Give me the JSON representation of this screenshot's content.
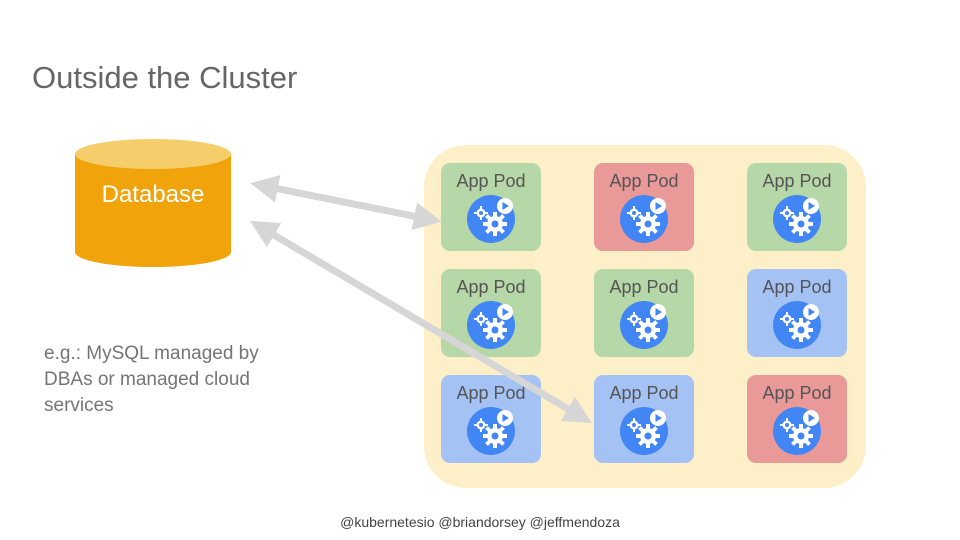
{
  "slide": {
    "title": "Outside the Cluster",
    "note": "e.g.: MySQL managed by DBAs or managed cloud services",
    "footer": "@kubernetesio @briandorsey @jeffmendoza"
  },
  "database": {
    "label": "Database",
    "color": "#f0a30a"
  },
  "cluster": {
    "background": "#fdf0c9",
    "pods": [
      {
        "label": "App Pod",
        "color": "green",
        "icon": "pod-gear-icon"
      },
      {
        "label": "App Pod",
        "color": "red",
        "icon": "pod-gear-icon"
      },
      {
        "label": "App Pod",
        "color": "green",
        "icon": "pod-gear-icon"
      },
      {
        "label": "App Pod",
        "color": "green",
        "icon": "pod-gear-icon"
      },
      {
        "label": "App Pod",
        "color": "green",
        "icon": "pod-gear-icon"
      },
      {
        "label": "App Pod",
        "color": "blue",
        "icon": "pod-gear-icon"
      },
      {
        "label": "App Pod",
        "color": "blue",
        "icon": "pod-gear-icon"
      },
      {
        "label": "App Pod",
        "color": "blue",
        "icon": "pod-gear-icon"
      },
      {
        "label": "App Pod",
        "color": "red",
        "icon": "pod-gear-icon"
      }
    ]
  },
  "connections": [
    {
      "from": "database",
      "to": "pod-1"
    },
    {
      "from": "database",
      "to": "pod-8"
    }
  ]
}
